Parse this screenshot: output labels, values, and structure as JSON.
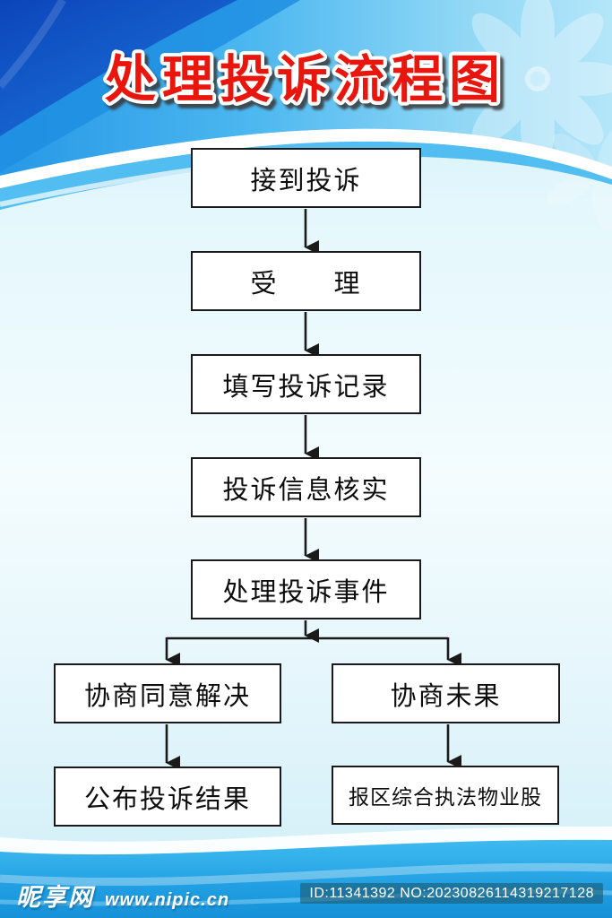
{
  "title": "处理投诉流程图",
  "flow": {
    "nodes": [
      {
        "id": "receive",
        "label": "接到投诉"
      },
      {
        "id": "accept",
        "label": "受　　理"
      },
      {
        "id": "record",
        "label": "填写投诉记录"
      },
      {
        "id": "verify",
        "label": "投诉信息核实"
      },
      {
        "id": "handle",
        "label": "处理投诉事件"
      },
      {
        "id": "resolved",
        "label": "协商同意解决"
      },
      {
        "id": "unresolved",
        "label": "协商未果"
      },
      {
        "id": "publish",
        "label": "公布投诉结果"
      },
      {
        "id": "report",
        "label": "报区综合执法物业股"
      }
    ],
    "edges": [
      {
        "from": "receive",
        "to": "accept"
      },
      {
        "from": "accept",
        "to": "record"
      },
      {
        "from": "record",
        "to": "verify"
      },
      {
        "from": "verify",
        "to": "handle"
      },
      {
        "from": "handle",
        "to": "resolved"
      },
      {
        "from": "handle",
        "to": "unresolved"
      },
      {
        "from": "resolved",
        "to": "publish"
      },
      {
        "from": "unresolved",
        "to": "report"
      }
    ]
  },
  "footer": {
    "logo_text": "昵享网",
    "site_url": "www.nipic.cn",
    "watermark_id": "ID:11341392 NO:20230826114319217128"
  },
  "colors": {
    "title_red": "#e8150e",
    "title_outline": "#ffffff",
    "header_dark_blue": "#1157c6",
    "header_azure": "#2ba4ea",
    "header_light_blue": "#b4e6f9",
    "body_light_cyan": "#d9f3fa",
    "footer_blue": "#28a9e9",
    "node_border": "#1a1a1a",
    "node_fill": "#ffffff"
  }
}
